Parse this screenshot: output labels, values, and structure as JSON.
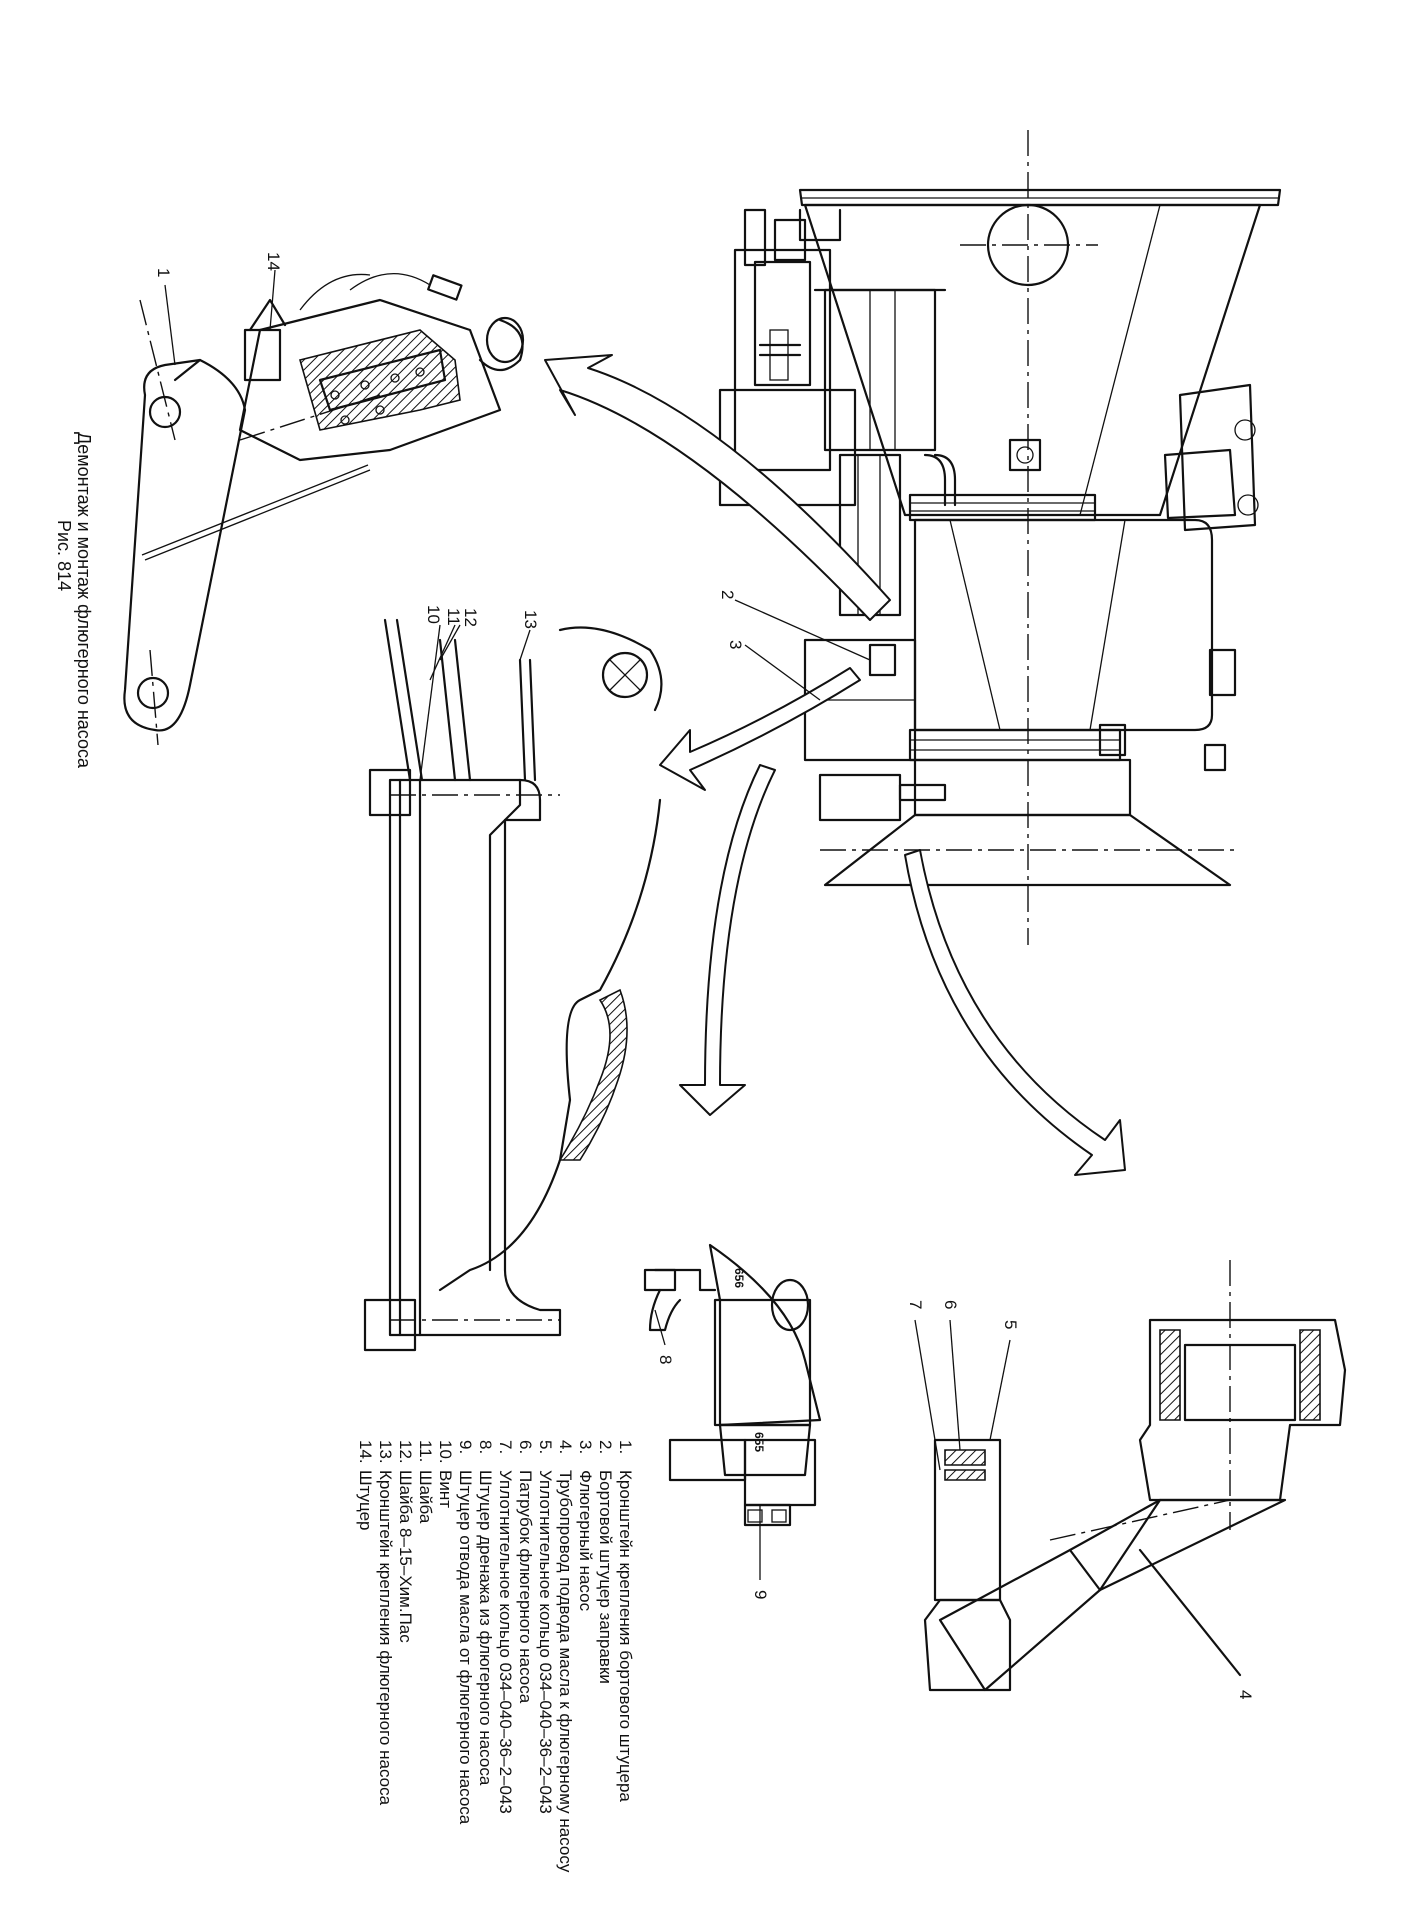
{
  "caption": {
    "title": "Демонтаж и монтаж флюгерного насоса",
    "figure": "Рис. 814"
  },
  "callouts": [
    "1",
    "2",
    "3",
    "4",
    "5",
    "6",
    "7",
    "8",
    "9",
    "10",
    "11",
    "12",
    "13",
    "14"
  ],
  "part_marks": [
    "656",
    "655"
  ],
  "legend": [
    {
      "num": "1.",
      "text": "Кронштейн крепления бортового штуцера"
    },
    {
      "num": "2.",
      "text": "Бортовой штуцер заправки"
    },
    {
      "num": "3.",
      "text": "Флюгерный насос"
    },
    {
      "num": "4.",
      "text": "Трубопровод подвода масла к флюгерному насосу"
    },
    {
      "num": "5.",
      "text": "Уплотнительное кольцо 034–040–36–2–043"
    },
    {
      "num": "6.",
      "text": "Патрубок флюгерного насоса"
    },
    {
      "num": "7.",
      "text": "Уплотнительное кольцо 034–040–36–2–043"
    },
    {
      "num": "8.",
      "text": "Штуцер дренажа из флюгерного насоса"
    },
    {
      "num": "9.",
      "text": "Штуцер отвода масла от флюгерного насоса"
    },
    {
      "num": "10.",
      "text": "Винт"
    },
    {
      "num": "11.",
      "text": "Шайба"
    },
    {
      "num": "12.",
      "text": "Шайба 8–15–Хим.Пас"
    },
    {
      "num": "13.",
      "text": "Кронштейн крепления флюгерного насоса"
    },
    {
      "num": "14.",
      "text": "Штуцер"
    }
  ]
}
